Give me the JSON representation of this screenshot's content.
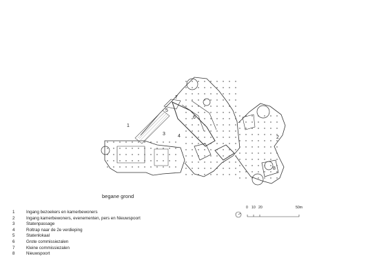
{
  "drawing": {
    "title": "begane grond",
    "plan_labels": [
      "1",
      "2",
      "3",
      "4",
      "5",
      "6",
      "7",
      "8"
    ]
  },
  "legend": [
    {
      "num": "1",
      "text": "Ingang bezoekers en kamerbewoners"
    },
    {
      "num": "2",
      "text": "Ingang kamerbewoners, evenementen, pers en Nieuwspoort"
    },
    {
      "num": "3",
      "text": "Statenpassage"
    },
    {
      "num": "4",
      "text": "Roltrap naar de 2e verdieping"
    },
    {
      "num": "5",
      "text": "Statenlokaal"
    },
    {
      "num": "6",
      "text": "Grote commissiezalen"
    },
    {
      "num": "7",
      "text": "Kleine commissiezalen"
    },
    {
      "num": "8",
      "text": "Nieuwspoort"
    }
  ],
  "scale": {
    "labels": [
      "0",
      "10",
      "20",
      "50m"
    ]
  },
  "colors": {
    "line": "#333333",
    "hatch": "#888888",
    "background": "#ffffff"
  }
}
